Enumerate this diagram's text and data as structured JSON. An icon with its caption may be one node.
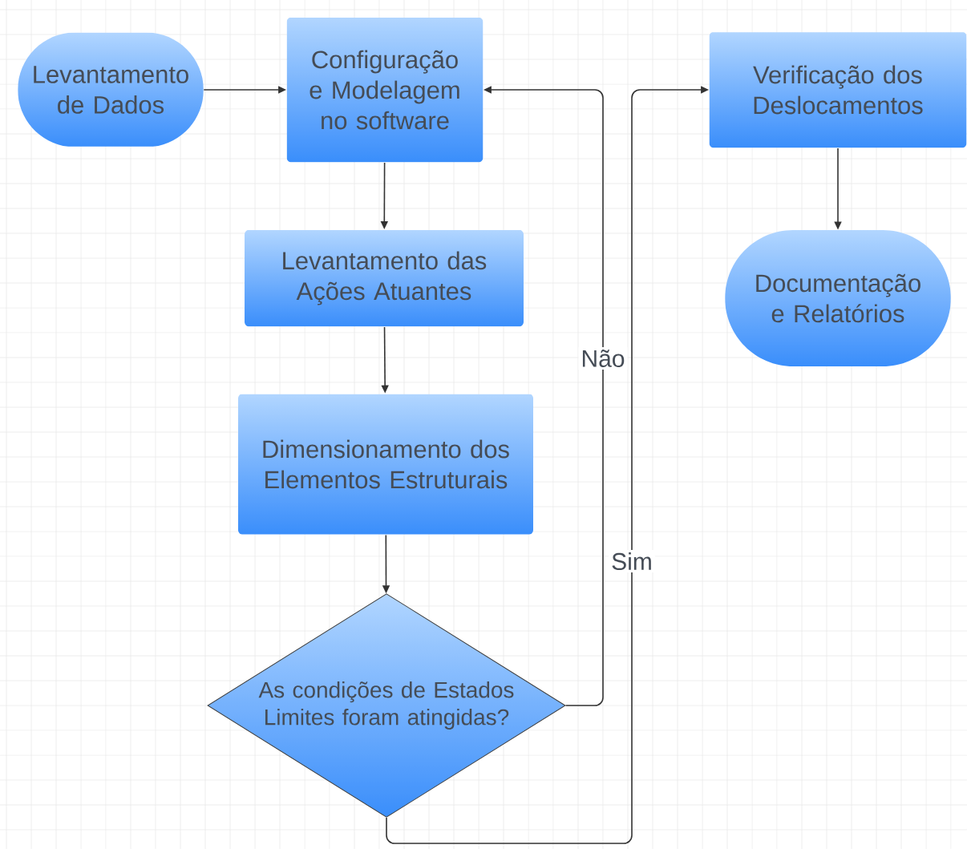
{
  "diagram": {
    "nodes": [
      {
        "text": [
          "Levantamento de Dados"
        ]
      },
      {
        "text": [
          "Configuração e Modelagem no software"
        ]
      },
      {
        "text": [
          "Levantamento das Ações Atuantes"
        ]
      },
      {
        "text": [
          "Dimensionamento dos Elementos Estruturais"
        ]
      },
      {
        "text": [
          "As condições de Estados Limites foram atingidas?"
        ]
      },
      {
        "text": [
          "Verificação dos Deslocamentos"
        ]
      },
      {
        "text": [
          "Documentação e Relatórios"
        ]
      }
    ],
    "edges": [
      {
        "from": 0,
        "to": 1,
        "arrow": "to"
      },
      {
        "from": 1,
        "to": 2,
        "arrow": "to"
      },
      {
        "from": 2,
        "to": 3,
        "arrow": "to"
      },
      {
        "from": 3,
        "to": 4,
        "arrow": "to"
      },
      {
        "from": 4,
        "to": 1,
        "arrow": "to",
        "label": "Não"
      },
      {
        "from": 4,
        "to": 5,
        "arrow": "to",
        "label": "Sim"
      },
      {
        "from": 5,
        "to": 6,
        "arrow": "to"
      }
    ]
  }
}
